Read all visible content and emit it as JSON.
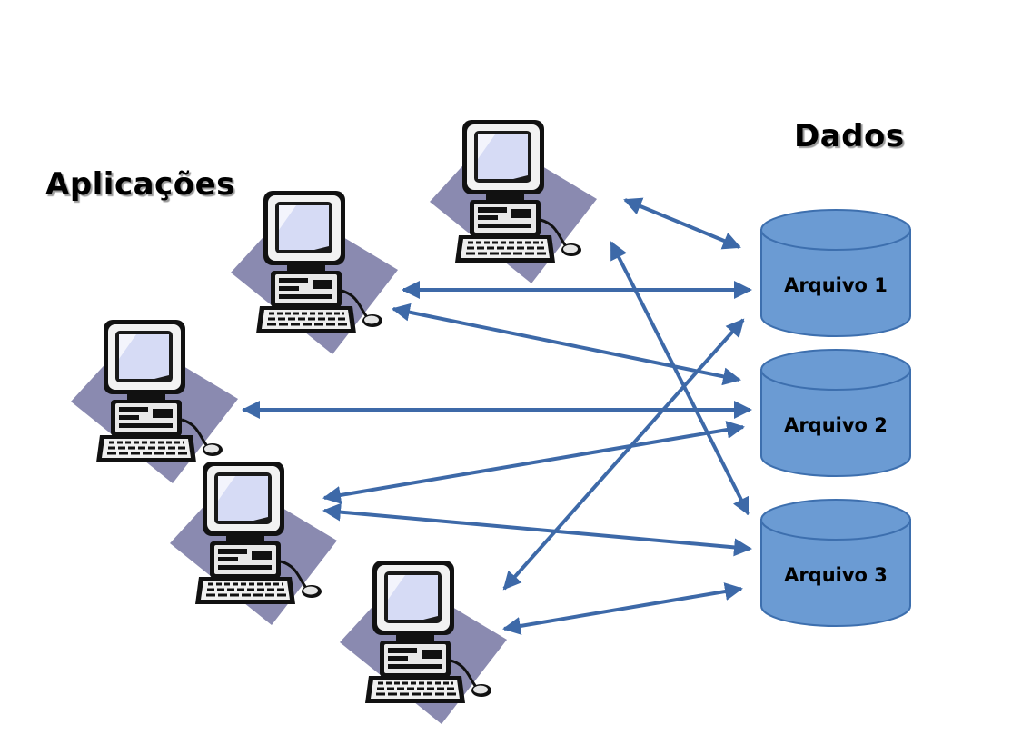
{
  "headings": {
    "applications": "Aplicações",
    "data": "Dados"
  },
  "databases": [
    {
      "id": "db1",
      "label": "Arquivo 1"
    },
    {
      "id": "db2",
      "label": "Arquivo 2"
    },
    {
      "id": "db3",
      "label": "Arquivo 3"
    }
  ],
  "computers": [
    {
      "id": "c1"
    },
    {
      "id": "c2"
    },
    {
      "id": "c3"
    },
    {
      "id": "c4"
    },
    {
      "id": "c5"
    }
  ],
  "connections": [
    {
      "from": "c1",
      "to": "db1"
    },
    {
      "from": "c1",
      "to": "db3"
    },
    {
      "from": "c2",
      "to": "db1"
    },
    {
      "from": "c2",
      "to": "db2"
    },
    {
      "from": "c3",
      "to": "db2"
    },
    {
      "from": "c4",
      "to": "db2"
    },
    {
      "from": "c4",
      "to": "db3"
    },
    {
      "from": "c5",
      "to": "db1"
    },
    {
      "from": "c5",
      "to": "db3"
    }
  ],
  "colors": {
    "arrow": "#3d69a8",
    "db_fill": "#6b9bd3",
    "db_stroke": "#3d6fae",
    "shadow": "#8a8ab0",
    "screen": "#d6dbf5"
  },
  "icons": {
    "computer": "desktop-computer-icon",
    "database": "database-cylinder-icon"
  }
}
